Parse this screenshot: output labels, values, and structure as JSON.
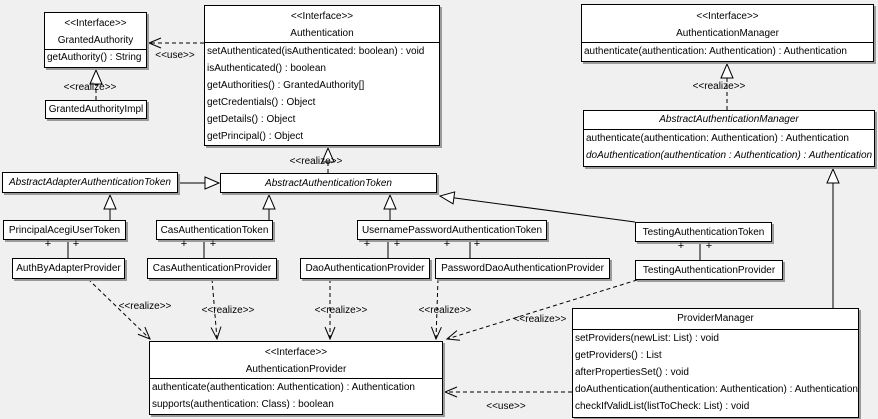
{
  "labels": {
    "interface": "<<Interface>>",
    "realize": "<<realize>>",
    "use": "<<use>>",
    "plus": "+"
  },
  "classes": {
    "granted_authority": {
      "name": "GrantedAuthority",
      "methods": [
        "getAuthority() : String"
      ]
    },
    "granted_authority_impl": {
      "name": "GrantedAuthorityImpl"
    },
    "authentication": {
      "name": "Authentication",
      "methods": [
        "setAuthenticated(isAuthenticated: boolean) : void",
        "isAuthenticated() : boolean",
        "getAuthorities() : GrantedAuthority[]",
        "getCredentials() : Object",
        "getDetails() : Object",
        "getPrincipal() : Object"
      ]
    },
    "authentication_manager": {
      "name": "AuthenticationManager",
      "methods": [
        "authenticate(authentication: Authentication) : Authentication"
      ]
    },
    "abstract_authentication_manager": {
      "name": "AbstractAuthenticationManager",
      "methods": [
        "authenticate(authentication: Authentication) : Authentication",
        "doAuthentication(authentication : Authentication) : Authentication"
      ]
    },
    "abstract_adapter_authentication_token": {
      "name": "AbstractAdapterAuthenticationToken"
    },
    "abstract_authentication_token": {
      "name": "AbstractAuthenticationToken"
    },
    "principal_acegi_user_token": {
      "name": "PrincipalAcegiUserToken"
    },
    "cas_authentication_token": {
      "name": "CasAuthenticationToken"
    },
    "username_password_authentication_token": {
      "name": "UsernamePasswordAuthenticationToken"
    },
    "testing_authentication_token": {
      "name": "TestingAuthenticationToken"
    },
    "auth_by_adapter_provider": {
      "name": "AuthByAdapterProvider"
    },
    "cas_authentication_provider": {
      "name": "CasAuthenticationProvider"
    },
    "dao_authentication_provider": {
      "name": "DaoAuthenticationProvider"
    },
    "password_dao_authentication_provider": {
      "name": "PasswordDaoAuthenticationProvider"
    },
    "testing_authentication_provider": {
      "name": "TestingAuthenticationProvider"
    },
    "authentication_provider": {
      "name": "AuthenticationProvider",
      "methods": [
        "authenticate(authentication: Authentication) : Authentication",
        "supports(authentication: Class) : boolean"
      ]
    },
    "provider_manager": {
      "name": "ProviderManager",
      "methods": [
        "setProviders(newList: List) : void",
        "getProviders() : List",
        "afterPropertiesSet() : void",
        "doAuthentication(authentication: Authentication) : Authentication",
        "checkIfValidList(listToCheck: List) : void"
      ]
    }
  }
}
